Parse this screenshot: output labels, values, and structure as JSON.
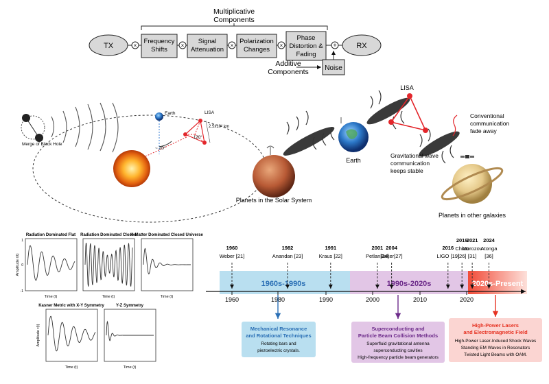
{
  "channel": {
    "tx": "TX",
    "rx": "RX",
    "multiplicative_line1": "Multiplicative",
    "multiplicative_line2": "Components",
    "blocks": [
      {
        "l1": "Frequency",
        "l2": "Shifts",
        "l3": ""
      },
      {
        "l1": "Signal",
        "l2": "Attenuation",
        "l3": ""
      },
      {
        "l1": "Polarization",
        "l2": "Changes",
        "l3": ""
      },
      {
        "l1": "Phase",
        "l2": "Distortion &",
        "l3": "Fading"
      }
    ],
    "additive_line1": "Additive",
    "additive_line2": "Components",
    "noise": "Noise",
    "multiply_symbol": "×",
    "add_symbol": "+"
  },
  "orbit": {
    "merge_label": "Merge of Black Hole",
    "earth_label": "Earth",
    "lisa_label": "LISA",
    "angle_20": "~ 20°",
    "angle_120": "120°",
    "arm_length": "2.5x10⁶ km"
  },
  "galaxy": {
    "lisa_label": "LISA",
    "earth_label": "Earth",
    "planets_solar": "Planets in the Solar System",
    "conventional_l1": "Conventional",
    "conventional_l2": "communication",
    "conventional_l3": "fade away",
    "gw_l1": "Gravitational wave",
    "gw_l2": "communication",
    "gw_l3": "keeps stable",
    "planets_other": "Planets in other galaxies"
  },
  "plots": {
    "ylabel": "Amplitude  r(t)",
    "xlabel": "Time (t)",
    "items": [
      {
        "title": "Radiation Dominated Flat"
      },
      {
        "title": "Radiation Dominated Closed"
      },
      {
        "title": "K-Matter Dominated Closed Universe"
      },
      {
        "title": "Kasner Metric with X-Y Symmetry"
      },
      {
        "title": "Y-Z Symmetry"
      }
    ],
    "ytick_top": "1",
    "ytick_mid": "0",
    "ytick_bot": "-1"
  },
  "timeline": {
    "events": [
      {
        "year": "1960",
        "name": "Weber [21]",
        "value": 1960
      },
      {
        "year": "1982",
        "name": "Anandan [23]",
        "value": 1982
      },
      {
        "year": "1991",
        "name": "Kraus [22]",
        "value": 1991
      },
      {
        "year": "2001",
        "name": "Petlan[24]",
        "value": 2001
      },
      {
        "year": "2004",
        "name": "Baker[27]",
        "value": 2004
      },
      {
        "year": "2016",
        "name": "LIGO [19]",
        "value": 2016
      },
      {
        "year": "2019",
        "name": "Chiao",
        "value": 2019
      },
      {
        "year": "",
        "name": "[26]",
        "value": 2019
      },
      {
        "year": "2021",
        "name": "Morozov",
        "value": 2021
      },
      {
        "year": "",
        "name": "[31]",
        "value": 2021
      },
      {
        "year": "2024",
        "name": "Atonga",
        "value": 2024
      },
      {
        "year": "",
        "name": "[36]",
        "value": 2024
      }
    ],
    "eras": [
      "1960s-1990s",
      "1990s-2020s",
      "2020s-Present"
    ],
    "ticks": [
      "1960",
      "1980",
      "1990",
      "2000",
      "2010",
      "2020"
    ],
    "boxes": [
      {
        "title1": "Mechanical Resonance",
        "title2": "and Rotational Techniques",
        "line1": "Rotating bars and",
        "line2": "piezoelectric crystals.",
        "line3": ""
      },
      {
        "title1": "Superconducting and",
        "title2": "Particle Beam Collision Methods",
        "line1": "Superfluid gravitational antenna",
        "line2": "superconducting cavities",
        "line3": "High-frequency particle beam generators"
      },
      {
        "title1": "High-Power Lasers",
        "title2": "and Electromagnetic Field",
        "line1": "High-Power Laser-Induced Shock Waves",
        "line2": "Standing EM Waves in Resonators",
        "line3": "Twisted Light Beams with OAM."
      }
    ]
  },
  "colors": {
    "era1": "#b9dff0",
    "era2": "#e2c6e6",
    "era3": "#f04a3a",
    "box1_title": "#2a6fb5",
    "box2_title": "#6d2b8a",
    "box3_title": "#e63323",
    "lisa_red": "#e3262b"
  }
}
